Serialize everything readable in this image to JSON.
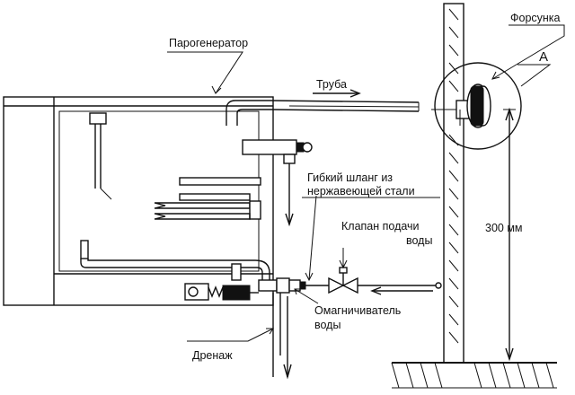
{
  "labels": {
    "steam_generator": "Парогенератор",
    "pipe": "Труба",
    "nozzle": "Форсунка",
    "detail_a": "А",
    "hose_line1": "Гибкий шланг из",
    "hose_line2": "нержавеющей стали",
    "valve_line1": "Клапан подачи",
    "valve_line2": "воды",
    "magnetizer_line1": "Омагничиватель",
    "magnetizer_line2": "воды",
    "drain": "Дренаж",
    "height": "300 мм"
  }
}
